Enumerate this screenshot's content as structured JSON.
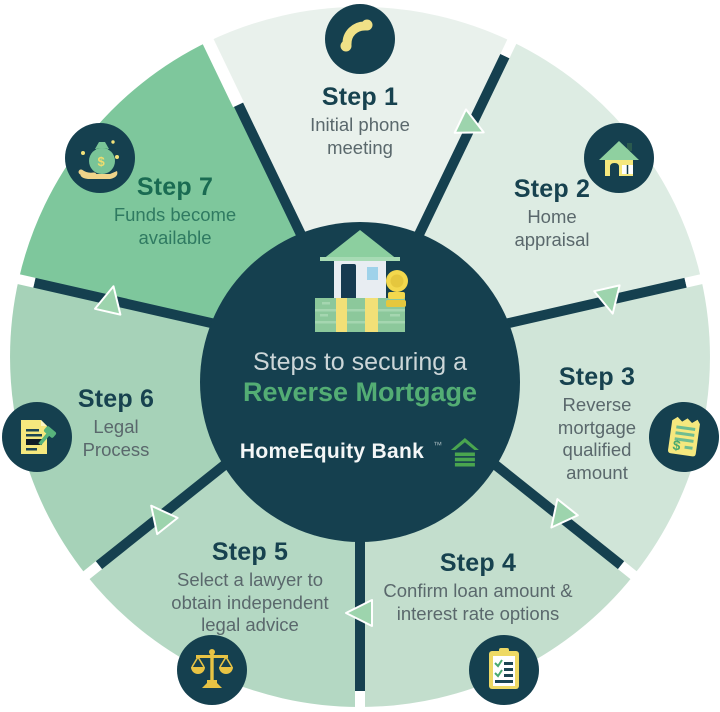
{
  "infographic": {
    "center": {
      "title_line1": "Steps to securing a",
      "title_line2": "Reverse Mortgage",
      "brand": "HomeEquity Bank",
      "trademark": "™"
    },
    "steps": [
      {
        "label": "Step 1",
        "description": "Initial phone meeting",
        "icon": "phone-icon",
        "segment_color": "#e9f1ec"
      },
      {
        "label": "Step 2",
        "description": "Home appraisal",
        "icon": "house-icon",
        "segment_color": "#ddece3"
      },
      {
        "label": "Step 3",
        "description": "Reverse mortgage qualified amount",
        "icon": "dollar-document-icon",
        "segment_color": "#d0e5d8"
      },
      {
        "label": "Step 4",
        "description": "Confirm loan amount & interest rate options",
        "icon": "checklist-icon",
        "segment_color": "#c3decd"
      },
      {
        "label": "Step 5",
        "description": "Select a lawyer to obtain independent legal advice",
        "icon": "scales-icon",
        "segment_color": "#b4d8c3"
      },
      {
        "label": "Step 6",
        "description": "Legal Process",
        "icon": "legal-document-icon",
        "segment_color": "#a6d2b8"
      },
      {
        "label": "Step 7",
        "description": "Funds become available",
        "icon": "money-bag-icon",
        "segment_color": "#7ec79c"
      }
    ],
    "icon_glyphs": {
      "dollar": "$"
    },
    "colors": {
      "dark_teal": "#15404f",
      "arrow_green": "#9dd4ad",
      "brand_green": "#4aa54f",
      "title_green": "#53ad74",
      "title_gray": "#ccd6d8",
      "icon_yellow": "#f0e187"
    }
  }
}
